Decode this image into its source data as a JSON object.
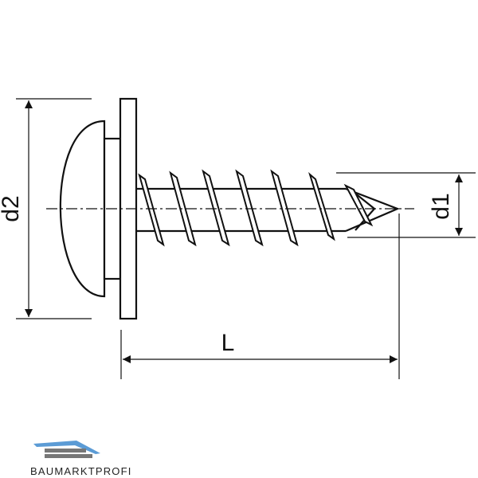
{
  "diagram": {
    "labels": {
      "head_diameter": "d2",
      "thread_diameter": "d1",
      "length": "L"
    },
    "colors": {
      "line": "#111111",
      "background": "#ffffff",
      "logo_blue": "#5b9bd5",
      "logo_gray": "#777777"
    }
  },
  "brand": {
    "name": "BAUMARKTPROFI"
  }
}
